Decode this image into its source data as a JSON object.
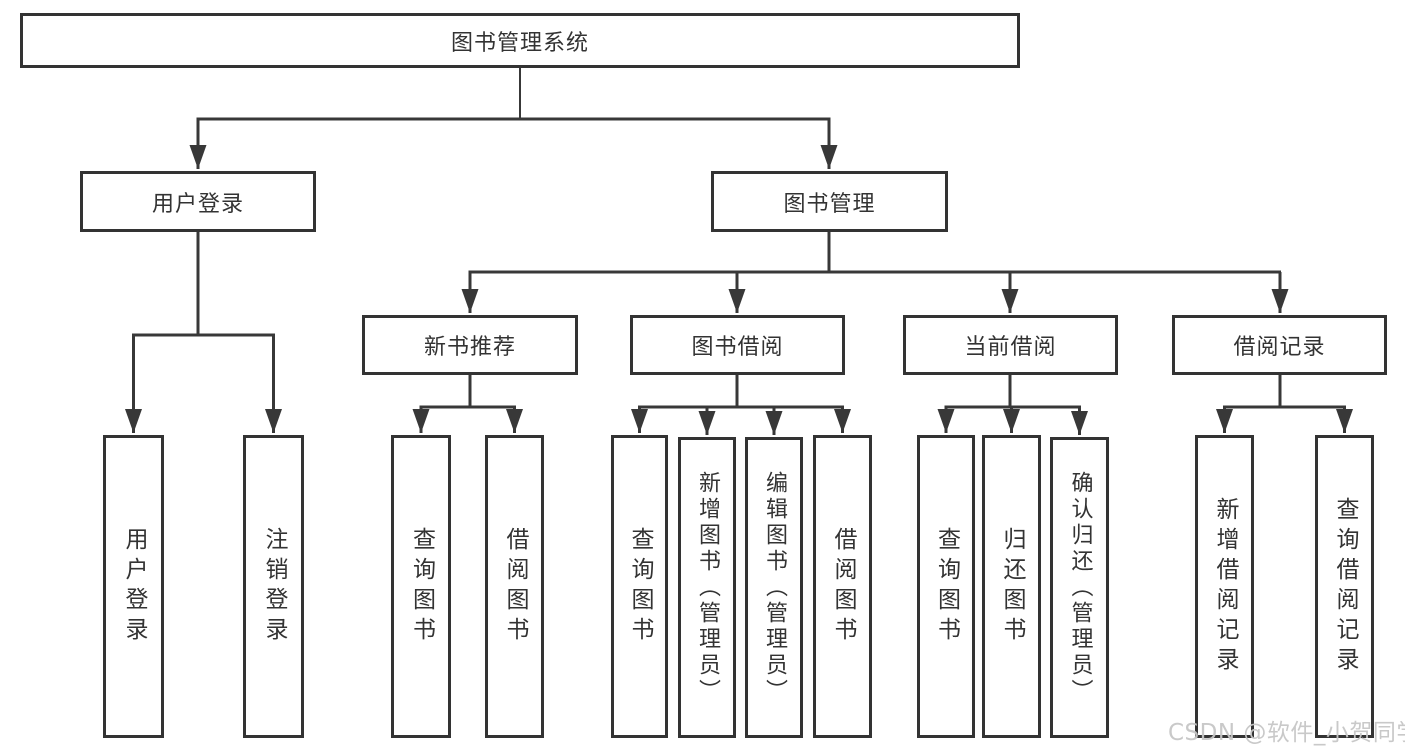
{
  "diagram_title": "图书管理系统",
  "tree": {
    "root": "图书管理系统",
    "branches": {
      "user_login": {
        "label": "用户登录",
        "children": [
          "用户登录",
          "注销登录"
        ]
      },
      "book_management": {
        "label": "图书管理",
        "sections": {
          "new_books": {
            "label": "新书推荐",
            "children": [
              "查询图书",
              "借阅图书"
            ]
          },
          "borrowing": {
            "label": "图书借阅",
            "children": [
              "查询图书",
              "新增图书（管理员）",
              "编辑图书（管理员）",
              "借阅图书"
            ]
          },
          "current": {
            "label": "当前借阅",
            "children": [
              "查询图书",
              "归还图书",
              "确认归还（管理员）"
            ]
          },
          "records": {
            "label": "借阅记录",
            "children": [
              "新增借阅记录",
              "查询借阅记录"
            ]
          }
        }
      }
    }
  },
  "watermark": {
    "text": "CSDN @软件_小贺同学"
  },
  "colors": {
    "node_border": "#333333",
    "node_background": "#ffffff",
    "connector_line": "#383838",
    "text": "#333333",
    "watermark": "#c6c6c6",
    "page_background": "#ffffff"
  }
}
